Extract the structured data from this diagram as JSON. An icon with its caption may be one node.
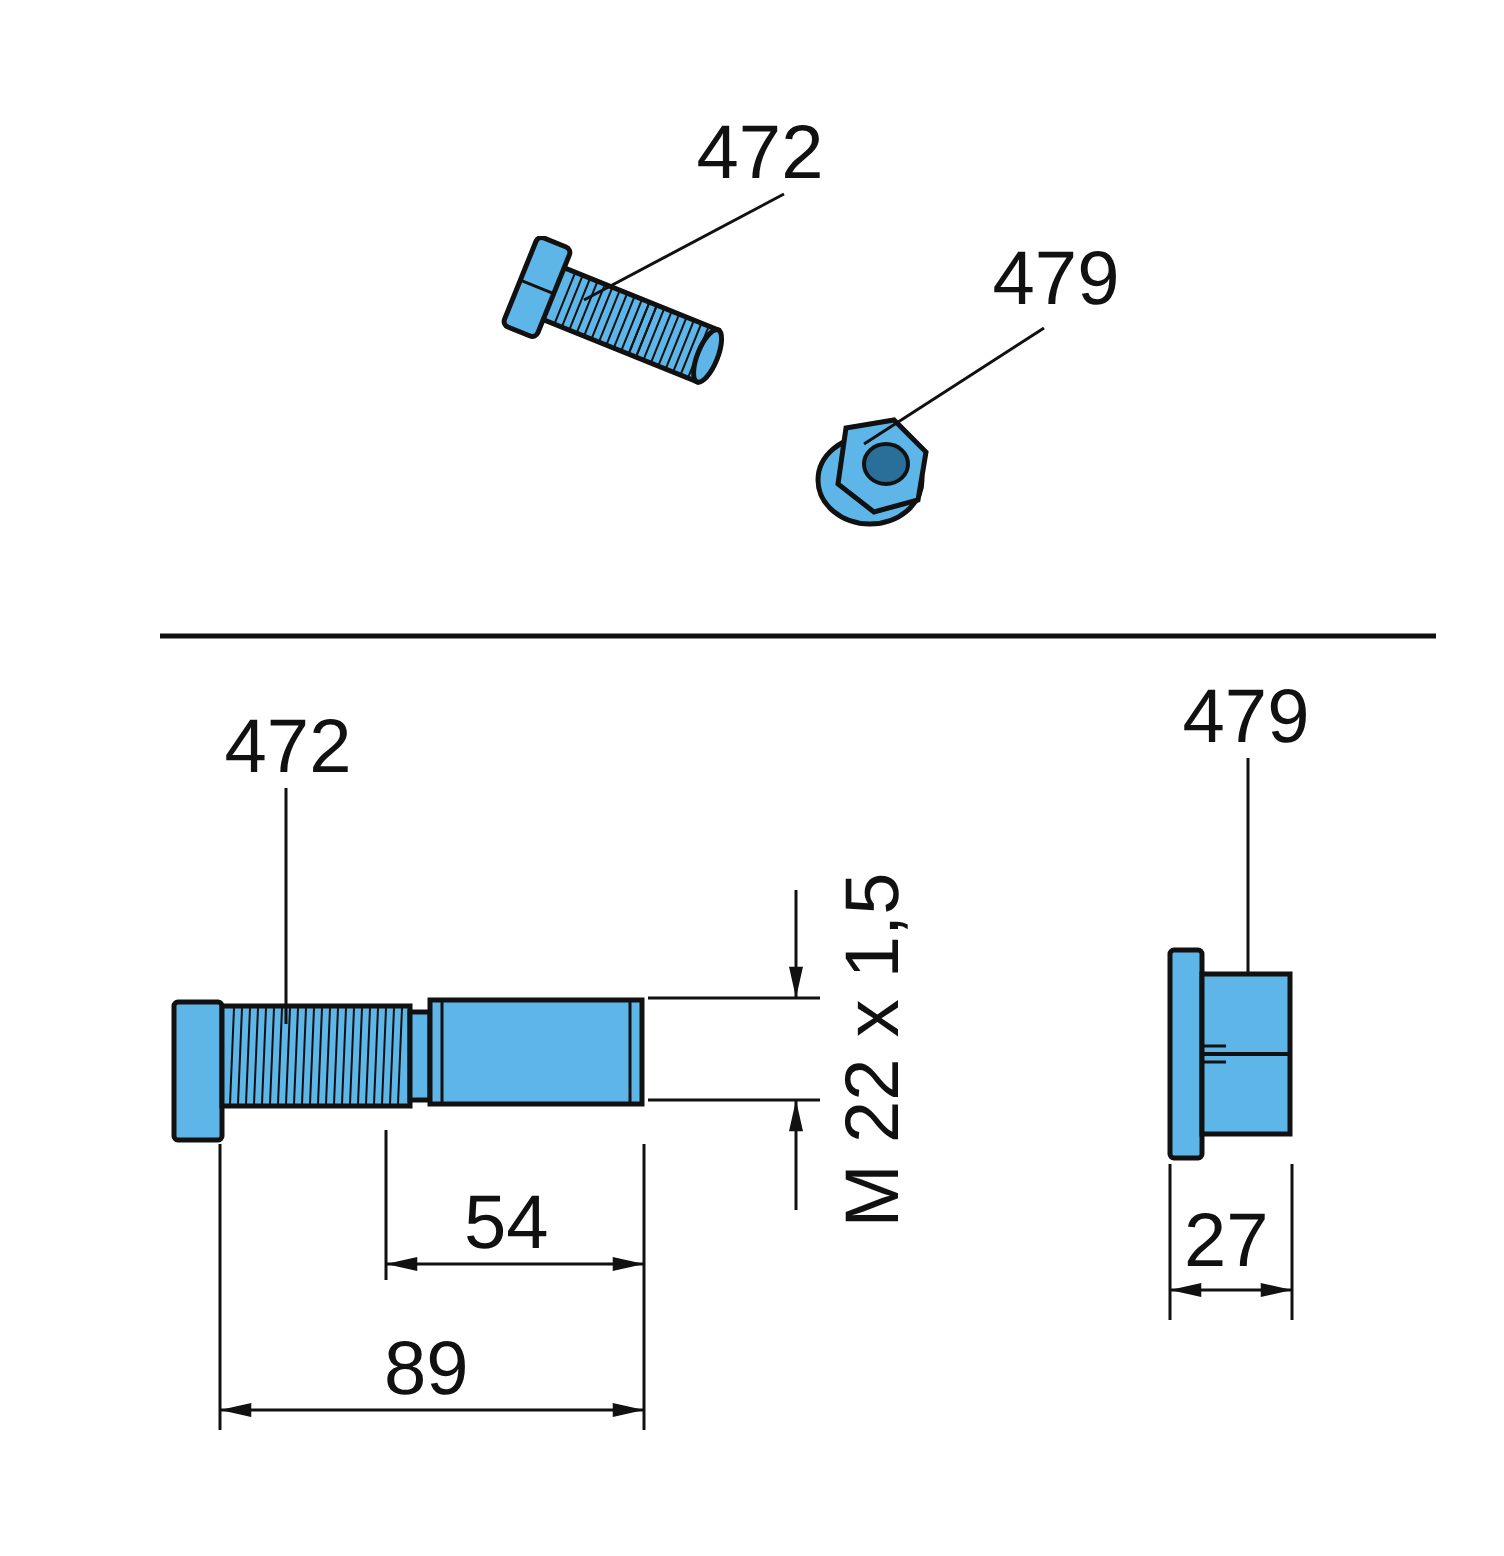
{
  "diagram": {
    "nodes": [
      {
        "text": [
          "472"
        ]
      },
      {
        "text": [],
        "shape": "picture"
      },
      {
        "text": [
          "479"
        ]
      },
      {
        "text": [],
        "shape": "picture"
      },
      {
        "text": [
          "472"
        ]
      },
      {
        "text": [],
        "shape": "picture"
      },
      {
        "text": [
          "479"
        ]
      },
      {
        "text": [],
        "shape": "picture"
      }
    ],
    "edges": [
      {
        "from": 0,
        "to": 1,
        "arrow": "none"
      },
      {
        "from": 2,
        "to": 3,
        "arrow": "none"
      },
      {
        "from": 4,
        "to": 5,
        "arrow": "none"
      },
      {
        "from": 6,
        "to": 7,
        "arrow": "none"
      }
    ],
    "labels": [
      "M 22 x 1,5",
      "54",
      "89",
      "27"
    ]
  }
}
